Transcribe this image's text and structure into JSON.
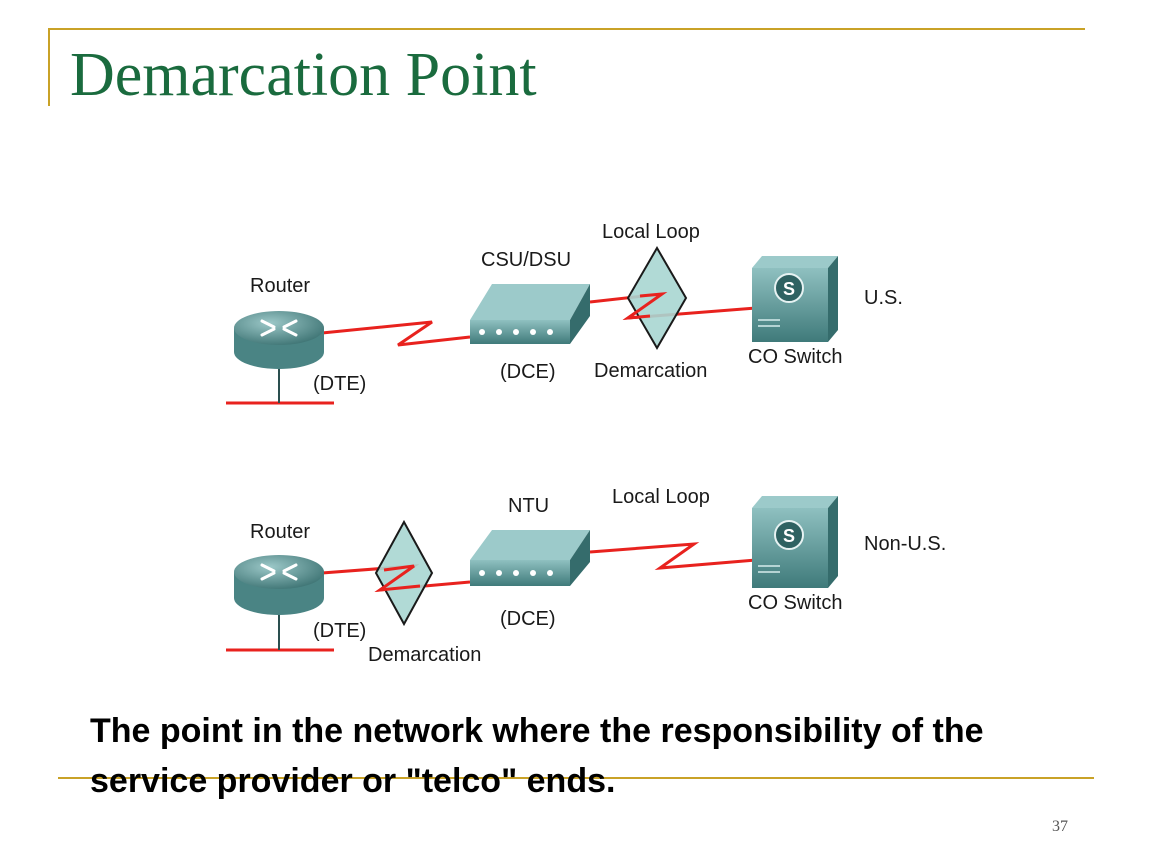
{
  "slide": {
    "title": "Demarcation Point",
    "caption": "The point in the network where the responsibility of the service provider or \"telco\" ends.",
    "page_number": "37"
  },
  "diagrams": {
    "us": {
      "router_label": "Router",
      "dte_label": "(DTE)",
      "device_label": "CSU/DSU",
      "dce_label": "(DCE)",
      "local_loop_label": "Local Loop",
      "demarcation_label": "Demarcation",
      "switch_label": "CO Switch",
      "region_label": "U.S.",
      "switch_icon_letter": "S"
    },
    "non_us": {
      "router_label": "Router",
      "dte_label": "(DTE)",
      "device_label": "NTU",
      "dce_label": "(DCE)",
      "local_loop_label": "Local Loop",
      "demarcation_label": "Demarcation",
      "switch_label": "CO Switch",
      "region_label": "Non-U.S.",
      "switch_icon_letter": "S"
    }
  },
  "colors": {
    "title": "#1a6b3e",
    "rule": "#c9a227",
    "link": "#e8221e",
    "device": "#5e9a9a",
    "demarcation": "#a9d6d2"
  }
}
